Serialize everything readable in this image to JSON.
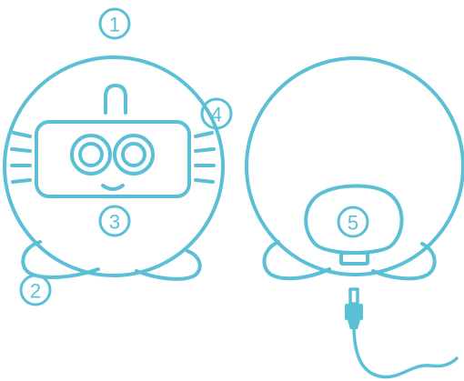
{
  "colors": {
    "line": "#5bbfd6",
    "background": "#ffffff"
  },
  "callouts": {
    "c1": "1",
    "c2": "2",
    "c3": "3",
    "c4": "4",
    "c5": "5"
  }
}
